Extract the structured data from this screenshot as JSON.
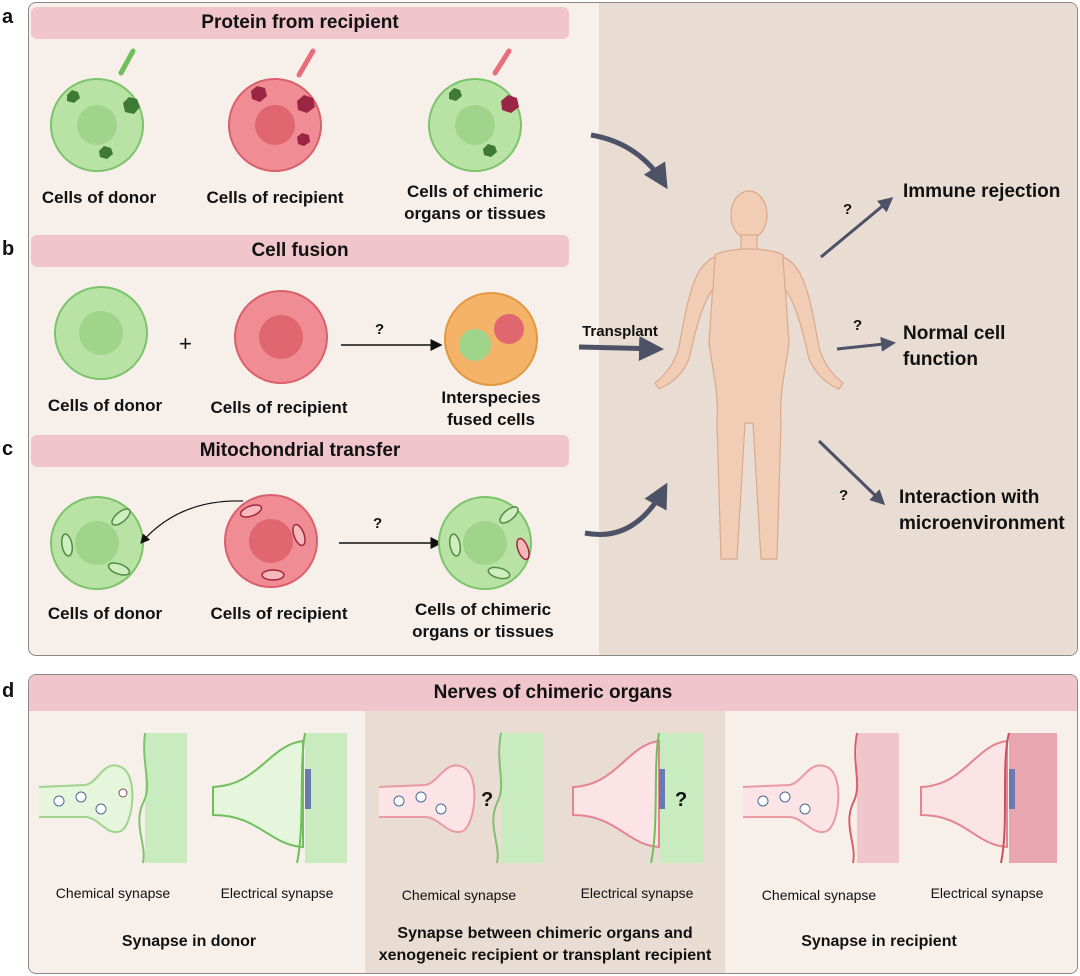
{
  "panels": {
    "a": {
      "letter": "a",
      "title": "Protein from recipient",
      "cells": [
        "Cells of donor",
        "Cells of recipient",
        "Cells of chimeric\norgans or tissues"
      ]
    },
    "b": {
      "letter": "b",
      "title": "Cell fusion",
      "plus": "+",
      "question": "?",
      "cells": [
        "Cells of donor",
        "Cells of recipient",
        "Interspecies\nfused cells"
      ]
    },
    "c": {
      "letter": "c",
      "title": "Mitochondrial transfer",
      "question": "?",
      "cells": [
        "Cells of donor",
        "Cells of recipient",
        "Cells of chimeric\norgans or tissues"
      ]
    },
    "d": {
      "letter": "d",
      "title": "Nerves of chimeric organs",
      "synapse_types": [
        "Chemical synapse",
        "Electrical synapse",
        "Chemical synapse",
        "Electrical synapse",
        "Chemical synapse",
        "Electrical synapse"
      ],
      "groups": [
        "Synapse in donor",
        "Synapse between chimeric organs and\nxenogeneic recipient or transplant recipient",
        "Synapse in recipient"
      ],
      "question": "?"
    }
  },
  "transplant_label": "Transplant",
  "outcomes": [
    {
      "label": "Immune rejection",
      "question": "?"
    },
    {
      "label": "Normal cell\nfunction",
      "question": "?"
    },
    {
      "label": "Interaction with\nmicroenvironment",
      "question": "?"
    }
  ],
  "colors": {
    "donor_fill": "#b9e3a5",
    "donor_stroke": "#7cc36b",
    "recipient_fill": "#f08c94",
    "recipient_stroke": "#d9606b",
    "panel_header": "#f0c5cb",
    "arrow": "#4d5266",
    "fused_fill": "#f5b36a"
  }
}
